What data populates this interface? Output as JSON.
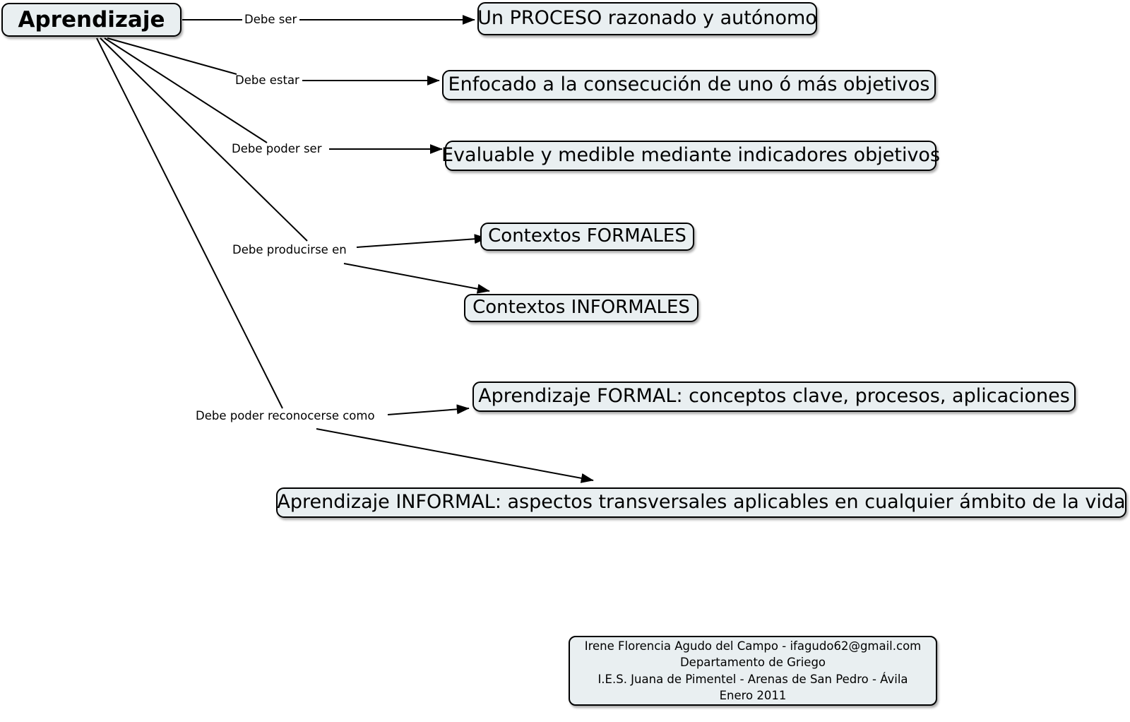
{
  "diagram": {
    "title": "Aprendizaje",
    "root": {
      "label": "Aprendizaje"
    },
    "nodes": [
      {
        "id": "proceso",
        "label": "Un PROCESO razonado y autónomo"
      },
      {
        "id": "enfocado",
        "label": "Enfocado a la consecución de uno ó más objetivos"
      },
      {
        "id": "evaluable",
        "label": "Evaluable y medible mediante indicadores objetivos"
      },
      {
        "id": "contextos-formales",
        "label": "Contextos FORMALES"
      },
      {
        "id": "contextos-informales",
        "label": "Contextos INFORMALES"
      },
      {
        "id": "aprendizaje-formal",
        "label": "Aprendizaje FORMAL: conceptos clave, procesos, aplicaciones"
      },
      {
        "id": "aprendizaje-informal",
        "label": "Aprendizaje INFORMAL: aspectos transversales aplicables en cualquier ámbito de la vida"
      }
    ],
    "edge_labels": [
      {
        "id": "debe-ser",
        "label": "Debe ser"
      },
      {
        "id": "debe-estar",
        "label": "Debe estar"
      },
      {
        "id": "debe-poder-ser",
        "label": "Debe poder ser"
      },
      {
        "id": "debe-producirse-en",
        "label": "Debe producirse en"
      },
      {
        "id": "debe-poder-reconocerse-como",
        "label": "Debe poder reconocerse como"
      }
    ],
    "footer": {
      "line1": "Irene Florencia Agudo del Campo - ifagudo62@gmail.com",
      "line2": "Departamento de Griego",
      "line3": "I.E.S. Juana de Pimentel - Arenas de San Pedro - Ávila",
      "line4": "Enero 2011"
    },
    "colors": {
      "node_fill": "#e9eff1",
      "node_border": "#000000",
      "background": "#ffffff",
      "text": "#000000",
      "edge": "#000000"
    }
  }
}
